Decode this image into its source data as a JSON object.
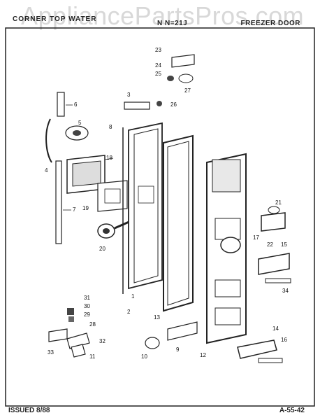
{
  "watermark": "AppliancePartsPros.com",
  "header": {
    "left": "CORNER TOP WATER",
    "mid": "N N=21J",
    "right": "FREEZER DOOR"
  },
  "footer": {
    "issued": "ISSUED 8/88",
    "code": "A-55-42"
  },
  "callouts": [
    "1",
    "2",
    "3",
    "4",
    "5",
    "6",
    "7",
    "8",
    "9",
    "10",
    "11",
    "12",
    "13",
    "14",
    "15",
    "16",
    "17",
    "18",
    "19",
    "20",
    "21",
    "22",
    "23",
    "24",
    "25",
    "26",
    "27",
    "28",
    "29",
    "30",
    "31",
    "32",
    "33",
    "34"
  ]
}
